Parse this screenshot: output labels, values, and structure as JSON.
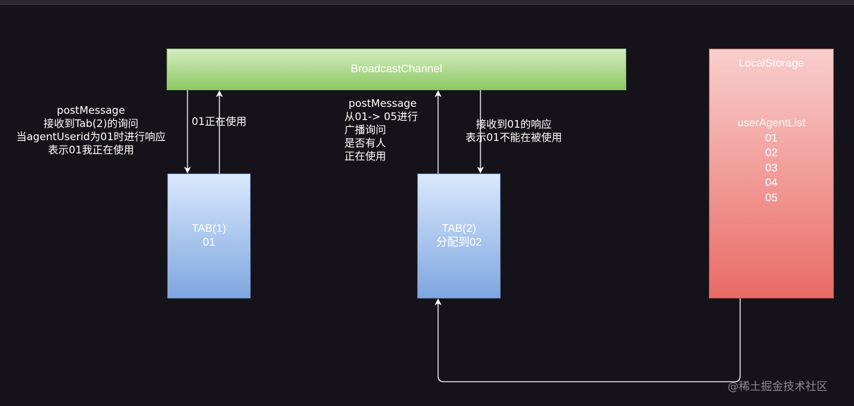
{
  "nodes": {
    "broadcast_channel": "BroadcastChannel",
    "tab1": {
      "title": "TAB(1)",
      "id": "01"
    },
    "tab2": {
      "title": "TAB(2)",
      "sub": "分配到02"
    },
    "local_storage": {
      "title": "LocalStorage",
      "list_title": "userAgentList",
      "items": [
        "01",
        "02",
        "03",
        "04",
        "05"
      ]
    }
  },
  "labels": {
    "tab1_receive": [
      "postMessage",
      "接收到Tab(2)的询问",
      "当agentUserid为01时进行响应",
      "表示01我正在使用"
    ],
    "tab1_send": "01正在使用",
    "tab2_post": [
      "postMessage",
      "从01-> 05进行",
      "广播询问",
      "是否有人",
      "正在使用"
    ],
    "tab2_receive": [
      "接收到01的响应",
      "表示01不能在被使用"
    ]
  },
  "watermark": "@稀土掘金技术社区",
  "colors": {
    "background": "#151319",
    "arrow": "#ffffff",
    "broadcast_fill": "#8ec965",
    "tab_fill": "#7ea6e0",
    "storage_fill": "#ea6b66"
  }
}
